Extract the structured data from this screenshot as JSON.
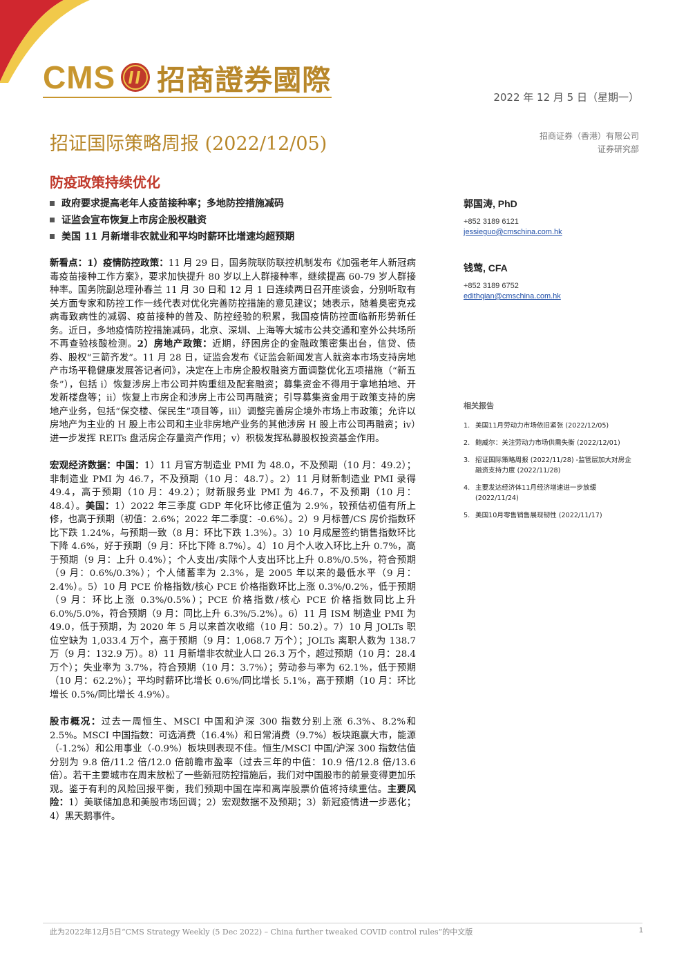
{
  "header": {
    "logo_text_en": "CMS",
    "logo_text_cn": "招商證券國際",
    "date": "2022 年 12 月 5 日（星期一）",
    "company_line1": "招商证券（香港）有限公司",
    "company_line2": "证券研究部",
    "colors": {
      "gold": "#c8962e",
      "red": "#c0392b"
    }
  },
  "title": "招证国际策略周报 (2022/12/05)",
  "subtitle": "防疫政策持续优化",
  "highlights": [
    "政府要求提高老年人疫苗接种率；多地防控措施减码",
    "证监会宣布恢复上市房企股权融资",
    "美国 11 月新增非农就业和平均时薪环比增速均超预期"
  ],
  "sections": [
    {
      "parts": [
        {
          "bold": true,
          "text": "新看点：1）疫情防控政策："
        },
        {
          "bold": false,
          "text": "11 月 29 日，国务院联防联控机制发布《加强老年人新冠病毒疫苗接种工作方案》，要求加快提升 80 岁以上人群接种率，继续提高 60-79 岁人群接种率。国务院副总理孙春兰 11 月 30 日和 12 月 1 日连续两日召开座谈会，分别听取有关方面专家和防控工作一线代表对优化完善防控措施的意见建议；她表示，随着奥密克戎病毒致病性的减弱、疫苗接种的普及、防控经验的积累，我国疫情防控面临新形势新任务。近日，多地疫情防控措施减码，北京、深圳、上海等大城市公共交通和室外公共场所不再查验核酸检测。"
        },
        {
          "bold": true,
          "text": "2）房地产政策："
        },
        {
          "bold": false,
          "text": "近期，纾困房企的金融政策密集出台，信贷、债券、股权“三箭齐发”。11 月 28 日，证监会发布《证监会新闻发言人就资本市场支持房地产市场平稳健康发展答记者问》，决定在上市房企股权融资方面调整优化五项措施（“新五条”），包括 i）恢复涉房上市公司并购重组及配套融资；募集资金不得用于拿地拍地、开发新楼盘等；ii）恢复上市房企和涉房上市公司再融资；引导募集资金用于政策支持的房地产业务，包括“保交楼、保民生”项目等，iii）调整完善房企境外市场上市政策；允许以房地产为主业的 H 股上市公司和主业非房地产业务的其他涉房 H 股上市公司再融资；iv）进一步发挥 REITs 盘活房企存量资产作用；v）积极发挥私募股权投资基金作用。"
        }
      ]
    },
    {
      "parts": [
        {
          "bold": true,
          "text": "宏观经济数据：中国："
        },
        {
          "bold": false,
          "text": "1）11 月官方制造业 PMI 为 48.0，不及预期（10 月：49.2）；非制造业 PMI 为 46.7，不及预期（10 月：48.7）。2）11 月财新制造业 PMI 录得 49.4，高于预期（10 月：49.2）；财新服务业 PMI 为 46.7，不及预期（10 月：48.4）。"
        },
        {
          "bold": true,
          "text": "美国："
        },
        {
          "bold": false,
          "text": "1）2022 年三季度 GDP 年化环比修正值为 2.9%，较预估初值有所上修，也高于预期（初值：2.6%；2022 年二季度：-0.6%）。2）9 月标普/CS 房价指数环比下跌 1.24%，与预期一致（8 月：环比下跌 1.3%）。3）10 月成屋签约销售指数环比下降 4.6%，好于预期（9 月：环比下降 8.7%）。4）10 月个人收入环比上升 0.7%，高于预期（9 月：上升 0.4%）；个人支出/实际个人支出环比上升 0.8%/0.5%，符合预期（9 月：0.6%/0.3%）；个人储蓄率为 2.3%，是 2005 年以来的最低水平（9 月：2.4%）。5）10 月 PCE 价格指数/核心 PCE 价格指数环比上涨 0.3%/0.2%，低于预期（9 月：环比上涨 0.3%/0.5%）；PCE 价格指数/核心 PCE 价格指数同比上升 6.0%/5.0%，符合预期（9 月：同比上升 6.3%/5.2%）。6）11 月 ISM 制造业 PMI 为 49.0，低于预期，为 2020 年 5 月以来首次收缩（10 月：50.2）。7）10 月 JOLTs 职位空缺为 1,033.4 万个，高于预期（9 月：1,068.7 万个）；JOLTs 离职人数为 138.7 万（9 月：132.9 万）。8）11 月新增非农就业人口 26.3 万个，超过预期（10 月：28.4 万个）；失业率为 3.7%，符合预期（10 月：3.7%）；劳动参与率为 62.1%，低于预期（10 月：62.2%）；平均时薪环比增长 0.6%/同比增长 5.1%，高于预期（10 月：环比增长 0.5%/同比增长 4.9%）。"
        }
      ]
    },
    {
      "parts": [
        {
          "bold": true,
          "text": "股市概况："
        },
        {
          "bold": false,
          "text": "过去一周恒生、MSCI 中国和沪深 300 指数分别上涨 6.3%、8.2%和 2.5%。MSCI 中国指数：可选消费（16.4%）和日常消费（9.7%）板块跑赢大市，能源（-1.2%）和公用事业（-0.9%）板块则表现不佳。恒生/MSCI 中国/沪深 300 指数估值分别为 9.8 倍/11.2 倍/12.0 倍前瞻市盈率（过去三年的中值：10.9 倍/12.8 倍/13.6 倍）。若干主要城市在周末放松了一些新冠防控措施后，我们对中国股市的前景变得更加乐观。鉴于有利的风险回报平衡，我们预期中国在岸和离岸股票价值将持续重估。"
        },
        {
          "bold": true,
          "text": "主要风险："
        },
        {
          "bold": false,
          "text": "1）美联储加息和美股市场回调；2）宏观数据不及预期；3）新冠疫情进一步恶化；4）黑天鹅事件。"
        }
      ]
    }
  ],
  "authors": [
    {
      "name": "郭国涛, PhD",
      "phone": "+852 3189 6121",
      "email": "jessieguo@cmschina.com.hk"
    },
    {
      "name": "钱莺, CFA",
      "phone": "+852 3189 6752",
      "email": "edithqian@cmschina.com.hk"
    }
  ],
  "related_reports": {
    "title": "相关报告",
    "items": [
      {
        "num": "1.",
        "text": "美国11月劳动力市场依旧紧张 (2022/12/05)"
      },
      {
        "num": "2.",
        "text": "鲍威尔：关注劳动力市场供需失衡 (2022/12/01)"
      },
      {
        "num": "3.",
        "text": "招证国际策略周报 (2022/11/28) -监管层加大对房企融资支持力度 (2022/11/28)"
      },
      {
        "num": "4.",
        "text": "主要发达经济体11月经济增速进一步放缓 (2022/11/24)"
      },
      {
        "num": "5.",
        "text": "美国10月零售销售展现韧性 (2022/11/17)"
      }
    ]
  },
  "footer": {
    "note": "此为2022年12月5日“CMS Strategy Weekly (5 Dec 2022) – China further tweaked COVID control rules”的中文版",
    "page": "1"
  }
}
